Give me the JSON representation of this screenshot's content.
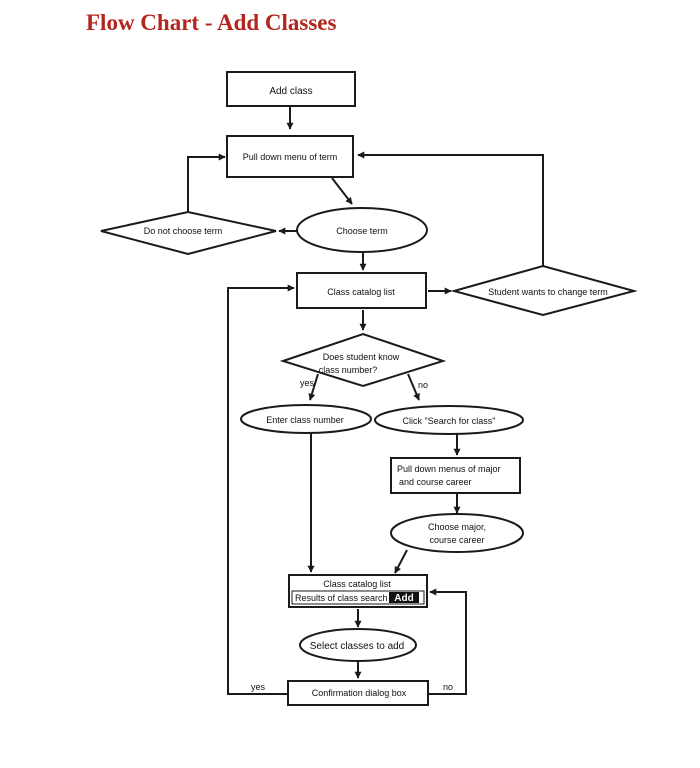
{
  "page": {
    "title": "Flow Chart - Add Classes"
  },
  "diagram": {
    "nodes": {
      "add_class": "Add class",
      "pull_down_term": "Pull down menu of term",
      "choose_term": "Choose term",
      "do_not_choose_term": "Do not choose term",
      "class_catalog_list": "Class catalog list",
      "student_wants_change_term": "Student wants to change term",
      "know_class_number_line1": "Does student  know",
      "know_class_number_line2": "class number?",
      "enter_class_number": "Enter class number",
      "click_search_for_class": "Click \"Search for class\"",
      "pull_down_major_line1": "Pull down menus of major",
      "pull_down_major_line2": "and course career",
      "choose_major_line1": "Choose major,",
      "choose_major_line2": "course career",
      "results_catalog_title": "Class catalog list",
      "results_of_class_search": "Results of class search",
      "add_button": "Add",
      "select_classes_to_add": "Select classes to add",
      "confirmation_dialog_box": "Confirmation dialog box"
    },
    "edge_labels": {
      "yes_know": "yes",
      "no_know": "no",
      "yes_confirm": "yes",
      "no_confirm": "no"
    }
  }
}
